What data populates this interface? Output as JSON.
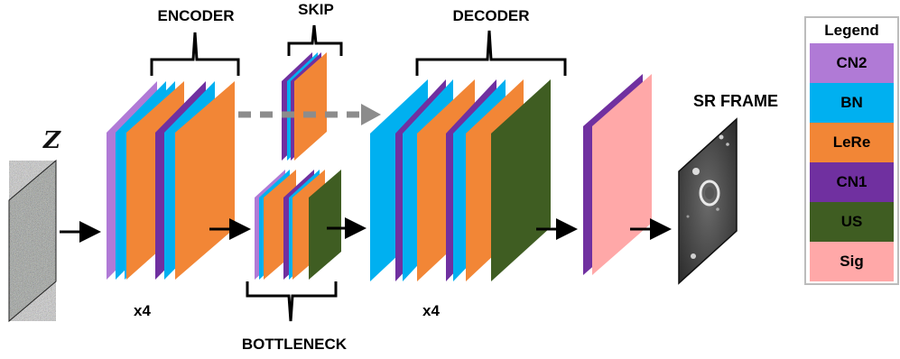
{
  "labels": {
    "encoder": "ENCODER",
    "skip": "SKIP",
    "decoder": "DECODER",
    "bottleneck": "BOTTLENECK",
    "sr_frame": "SR FRAME",
    "x4_encoder": "x4",
    "x4_decoder": "x4",
    "z": "Z"
  },
  "legend": {
    "title": "Legend",
    "items": [
      {
        "label": "CN2",
        "color": "#b07ad6"
      },
      {
        "label": "BN",
        "color": "#00b0f0"
      },
      {
        "label": "LeRe",
        "color": "#f28636"
      },
      {
        "label": "CN1",
        "color": "#7030a0"
      },
      {
        "label": "US",
        "color": "#3f5d22"
      },
      {
        "label": "Sig",
        "color": "#ffa8a8"
      }
    ]
  },
  "colors": {
    "cn2": "#b07ad6",
    "bn": "#00b0f0",
    "lere": "#f28636",
    "cn1": "#7030a0",
    "us": "#3f5d22",
    "sig": "#ffa8a8",
    "skip_arrow": "#8c8c8c"
  }
}
